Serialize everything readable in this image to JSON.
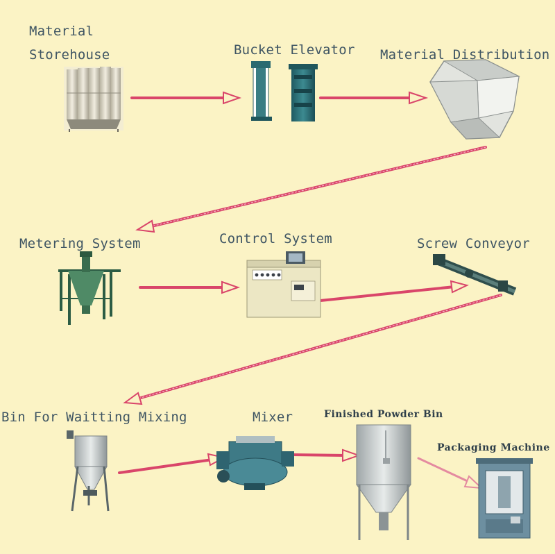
{
  "colors": {
    "background": "#fbf3c5",
    "arrow": "#d9456a",
    "arrow_light": "#e48aa0",
    "label_text": "#3f5563"
  },
  "stations": {
    "material_storehouse": {
      "line1": "Material",
      "line2": "Storehouse",
      "icon": "silo-group-icon"
    },
    "bucket_elevator": {
      "label": "Bucket Elevator",
      "icon": "bucket-elevator-icon"
    },
    "material_distribution": {
      "label": "Material Distribution",
      "icon": "distribution-hopper-icon"
    },
    "metering_system": {
      "label": "Metering System",
      "icon": "metering-hopper-icon"
    },
    "control_system": {
      "label": "Control System",
      "icon": "control-cabinet-icon"
    },
    "screw_conveyor": {
      "label": "Screw Conveyor",
      "icon": "screw-conveyor-icon"
    },
    "bin_waiting": {
      "label": "Bin For Waitting Mixing",
      "icon": "waiting-bin-icon"
    },
    "mixer": {
      "label": "Mixer",
      "icon": "mixer-icon"
    },
    "finished_powder_bin": {
      "label": "Finished Powder Bin",
      "icon": "powder-bin-icon"
    },
    "packaging_machine": {
      "label": "Packaging Machine",
      "icon": "packaging-machine-icon"
    }
  }
}
